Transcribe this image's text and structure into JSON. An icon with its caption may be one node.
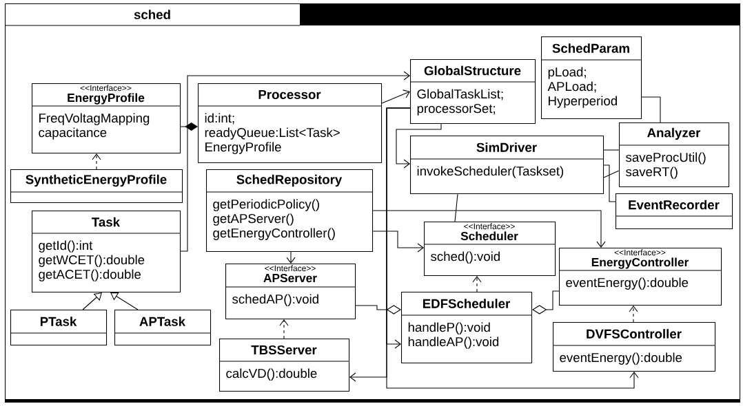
{
  "diagram": {
    "nodes": [
      {
        "text": [
          "sched"
        ]
      },
      {
        "text": [
          "<<Interface>>",
          "EnergyProfile",
          "FreqVoltagMapping",
          "capacitance"
        ],
        "in": 0
      },
      {
        "text": [
          "Processor",
          "id:int;",
          "readyQueue:List<Task>",
          "EnergyProfile"
        ],
        "in": 0
      },
      {
        "text": [
          "GlobalStructure",
          "GlobalTaskList;",
          "processorSet;"
        ],
        "in": 0
      },
      {
        "text": [
          "SchedParam",
          "pLoad;",
          "APLoad;",
          "Hyperperiod"
        ],
        "in": 0
      },
      {
        "text": [
          "SyntheticEnergyProfile"
        ],
        "in": 0
      },
      {
        "text": [
          "SchedRepository",
          "getPeriodicPolicy()",
          "getAPServer()",
          "getEnergyController()"
        ],
        "in": 0
      },
      {
        "text": [
          "SimDriver",
          "invokeScheduler(Taskset)"
        ],
        "in": 0
      },
      {
        "text": [
          "Analyzer",
          "saveProcUtil()",
          "saveRT()"
        ],
        "in": 0
      },
      {
        "text": [
          "Task",
          "getId():int",
          "getWCET():double",
          "getACET():double"
        ],
        "in": 0
      },
      {
        "text": [
          "EventRecorder"
        ],
        "in": 0
      },
      {
        "text": [
          "<<Interface>>",
          "Scheduler",
          "sched():void"
        ],
        "in": 0
      },
      {
        "text": [
          "<<Interface>>",
          "EnergyController",
          "eventEnergy():double"
        ],
        "in": 0
      },
      {
        "text": [
          "<<Interface>>",
          "APServer",
          "schedAP():void"
        ],
        "in": 0
      },
      {
        "text": [
          "EDFScheduler",
          "handleP():void",
          "handleAP():void"
        ],
        "in": 0
      },
      {
        "text": [
          "PTask"
        ],
        "in": 0
      },
      {
        "text": [
          "APTask"
        ],
        "in": 0
      },
      {
        "text": [
          "DVFSController",
          "eventEnergy():double"
        ],
        "in": 0
      },
      {
        "text": [
          "TBSServer",
          "calcVD():double"
        ],
        "in": 0
      }
    ],
    "edges": [
      {
        "from": 5,
        "to": 1,
        "arrow": "to",
        "style": "dashed"
      },
      {
        "from": 2,
        "to": 1,
        "arrow": "other"
      },
      {
        "from": 9,
        "to": 3,
        "arrow": "to"
      },
      {
        "from": 2,
        "to": 3,
        "arrow": "to"
      },
      {
        "from": 3,
        "to": 7,
        "arrow": "to"
      },
      {
        "from": 3,
        "to": 14,
        "arrow": "to"
      },
      {
        "from": 3,
        "to": 18,
        "arrow": "to"
      },
      {
        "from": 3,
        "to": 17,
        "arrow": "to"
      },
      {
        "from": 4,
        "to": 8,
        "arrow": "none"
      },
      {
        "from": 7,
        "to": 8,
        "arrow": "none"
      },
      {
        "from": 7,
        "to": 8,
        "arrow": "none"
      },
      {
        "from": 7,
        "to": 10,
        "arrow": "none"
      },
      {
        "from": 7,
        "to": 11,
        "arrow": "none"
      },
      {
        "from": 6,
        "to": 13,
        "arrow": "to"
      },
      {
        "from": 6,
        "to": 11,
        "arrow": "to"
      },
      {
        "from": 6,
        "to": 12,
        "arrow": "to"
      },
      {
        "from": 14,
        "to": 11,
        "arrow": "to",
        "style": "dashed"
      },
      {
        "from": 14,
        "to": 13,
        "arrow": "other"
      },
      {
        "from": 14,
        "to": 12,
        "arrow": "other"
      },
      {
        "from": 18,
        "to": 13,
        "arrow": "to",
        "style": "dashed"
      },
      {
        "from": 17,
        "to": 12,
        "arrow": "to",
        "style": "dashed"
      },
      {
        "from": 15,
        "to": 9,
        "arrow": "to"
      },
      {
        "from": 16,
        "to": 9,
        "arrow": "to"
      }
    ]
  }
}
